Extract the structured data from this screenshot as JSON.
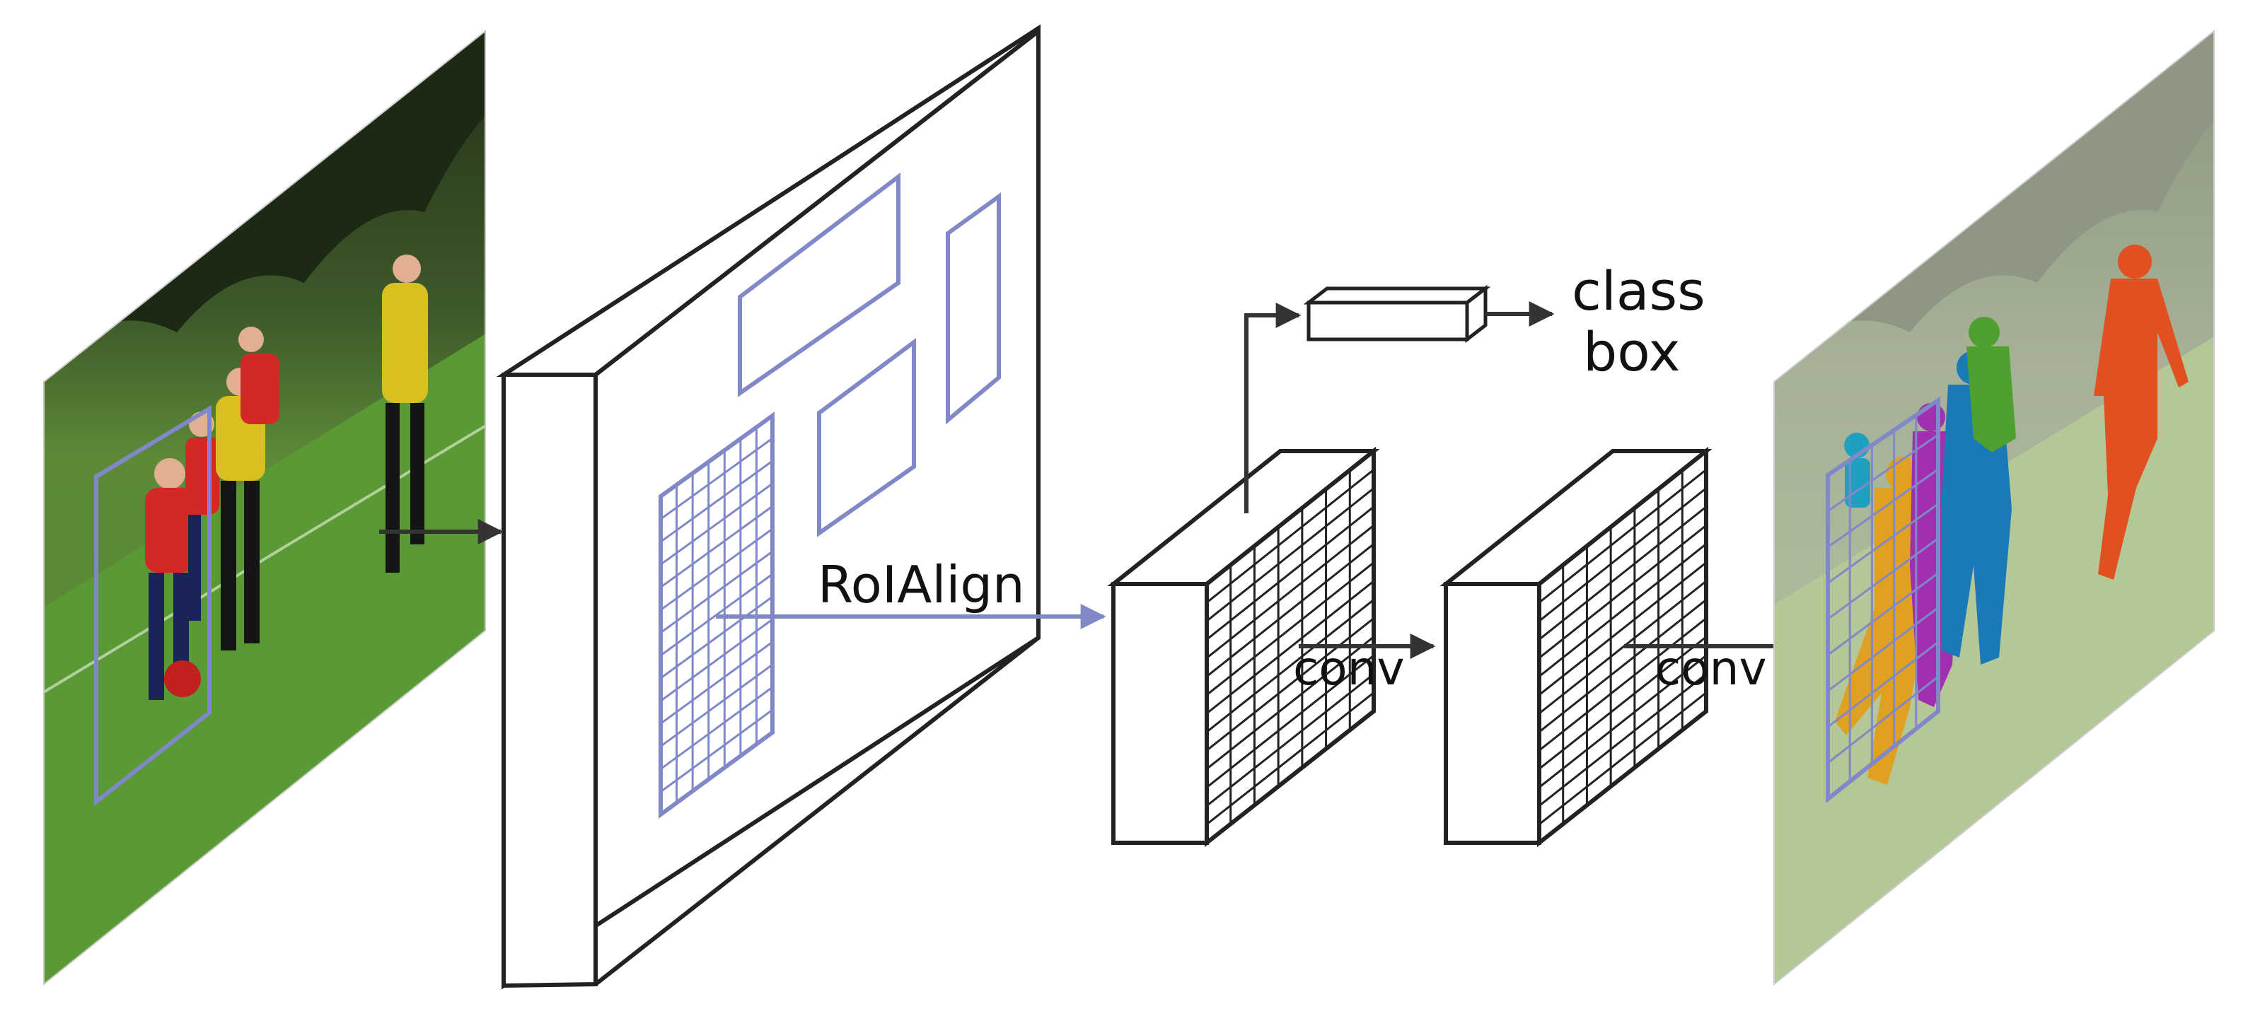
{
  "labels": {
    "roialign": "RoIAlign",
    "conv_1": "conv",
    "conv_2": "conv",
    "class": "class",
    "box": "box"
  },
  "colors": {
    "roi_blue": "#8088c8",
    "outline": "#222222",
    "arrow": "#333333"
  },
  "icons": {
    "input_image": "soccer-photo-icon",
    "output_image": "segmented-soccer-photo-icon"
  }
}
